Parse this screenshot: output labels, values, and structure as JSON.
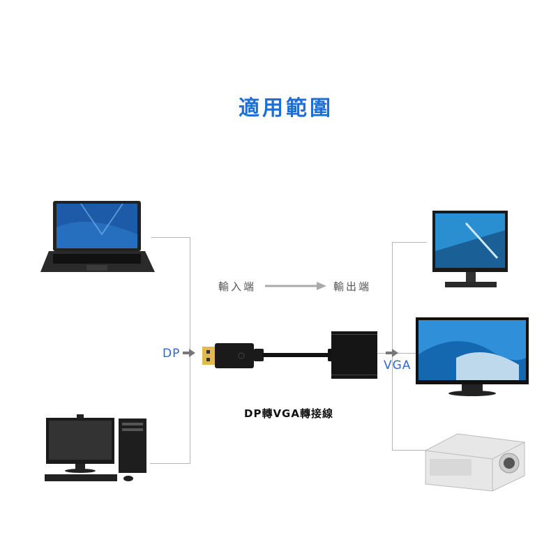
{
  "title": "適用範圍",
  "flow": {
    "input_label": "輸入端",
    "output_label": "輸出端"
  },
  "ports": {
    "input": "DP",
    "output": "VGA"
  },
  "product": {
    "caption": "DP轉VGA轉接線"
  },
  "colors": {
    "title": "#1d6fd6",
    "port_label": "#2f67d8",
    "connector_line": "#b5b5b5"
  }
}
